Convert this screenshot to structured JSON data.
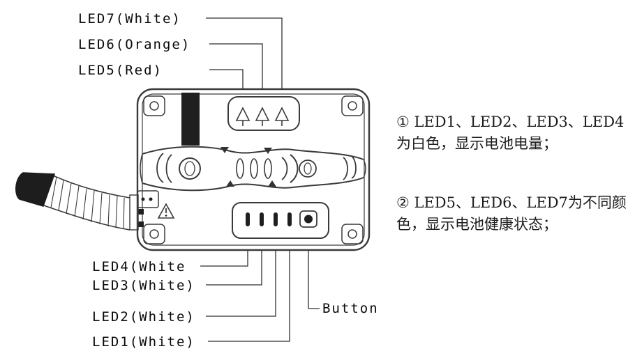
{
  "figure": {
    "background": "#ffffff",
    "line_color": "#3a3a3a",
    "dark_fill": "#1f1f1f"
  },
  "callouts": {
    "led7": "LED7(White)",
    "led6": "LED6(Orange)",
    "led5": "LED5(Red)",
    "led4": "LED4(White",
    "led3": "LED3(White)",
    "led2": "LED2(White)",
    "led1": "LED1(White)",
    "button": "Button"
  },
  "notes": [
    {
      "lines": [
        "① LED1、LED2、LED3、LED4",
        "为白色，显示电池电量；"
      ]
    },
    {
      "lines": [
        "② LED5、LED6、LED7为不同颜",
        "色，显示电池健康状态；"
      ]
    }
  ]
}
